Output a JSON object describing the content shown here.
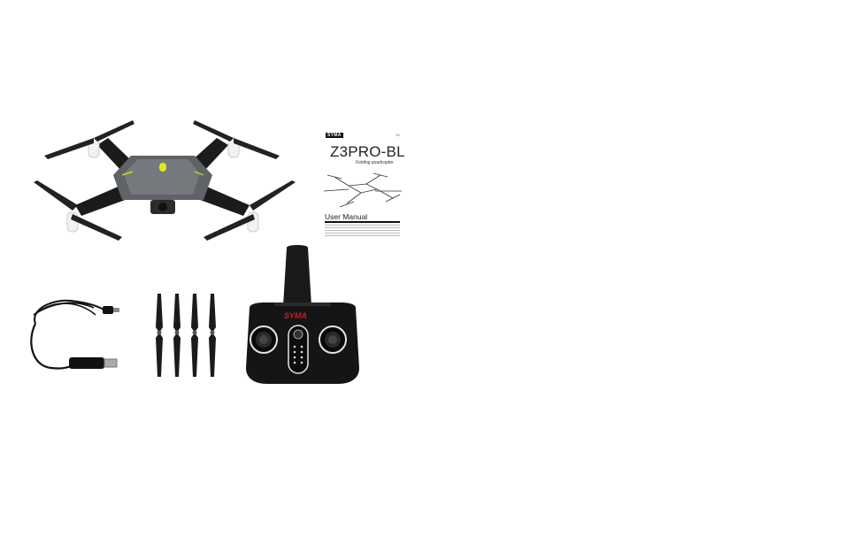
{
  "manual": {
    "brand": "SYMA",
    "page_marker": "01",
    "model": "Z3PRO-BL",
    "subtitle": "Folding quadcopter",
    "title": "User Manual"
  },
  "remote": {
    "brand": "SYMA"
  },
  "colors": {
    "drone_body": "#5f6266",
    "drone_arm": "#1b1b1b",
    "accent_lime": "#d7ec1a",
    "remote_body": "#151515",
    "remote_logo": "#d11a1a"
  }
}
